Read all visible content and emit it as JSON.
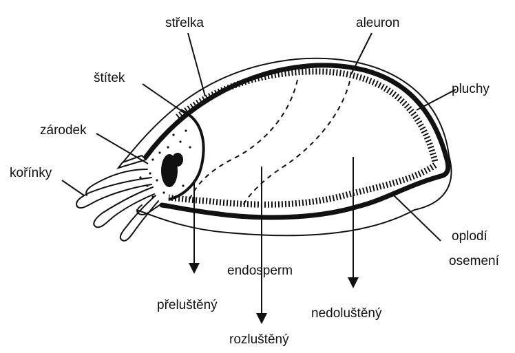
{
  "labels": {
    "strelka": "střelka",
    "aleuron": "aleuron",
    "stitek": "štítek",
    "pluchy": "pluchy",
    "zarodek": "zárodek",
    "korinky": "kořínky",
    "oplodi": "oplodí",
    "osemeni": "osemení",
    "endosperm": "endosperm",
    "prelusteny": "přeluštěný",
    "nedolusteny": "nedoluštěný",
    "rozlusteny": "rozluštěný"
  },
  "colors": {
    "ink": "#111111",
    "background": "#ffffff"
  }
}
